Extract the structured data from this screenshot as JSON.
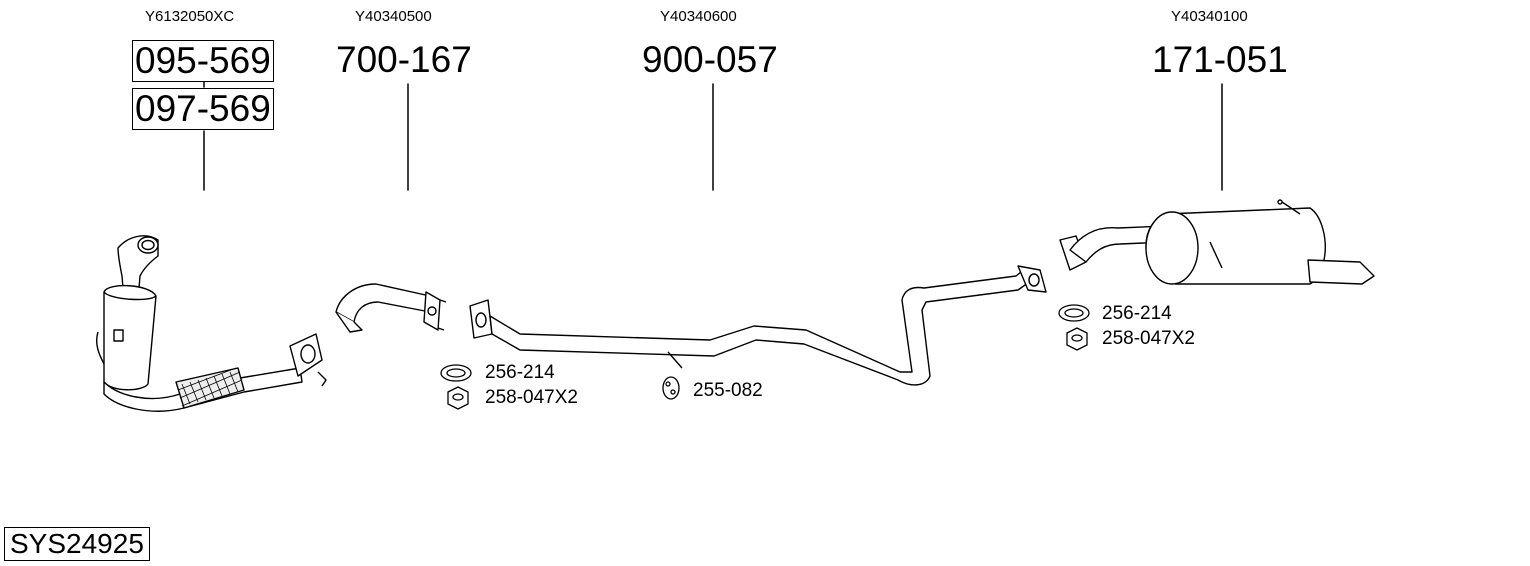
{
  "sections": [
    {
      "oe_number": "Y6132050XC",
      "part_numbers": [
        "095-569",
        "097-569"
      ],
      "boxed": true
    },
    {
      "oe_number": "Y40340500",
      "part_numbers": [
        "700-167"
      ],
      "boxed": false
    },
    {
      "oe_number": "Y40340600",
      "part_numbers": [
        "900-057"
      ],
      "boxed": false
    },
    {
      "oe_number": "Y40340100",
      "part_numbers": [
        "171-051"
      ],
      "boxed": false
    }
  ],
  "small_parts": {
    "gasket_front": "256-214",
    "nut_front": "258-047X2",
    "hanger": "255-082",
    "gasket_rear": "256-214",
    "nut_rear": "258-047X2"
  },
  "system_code": "SYS24925"
}
